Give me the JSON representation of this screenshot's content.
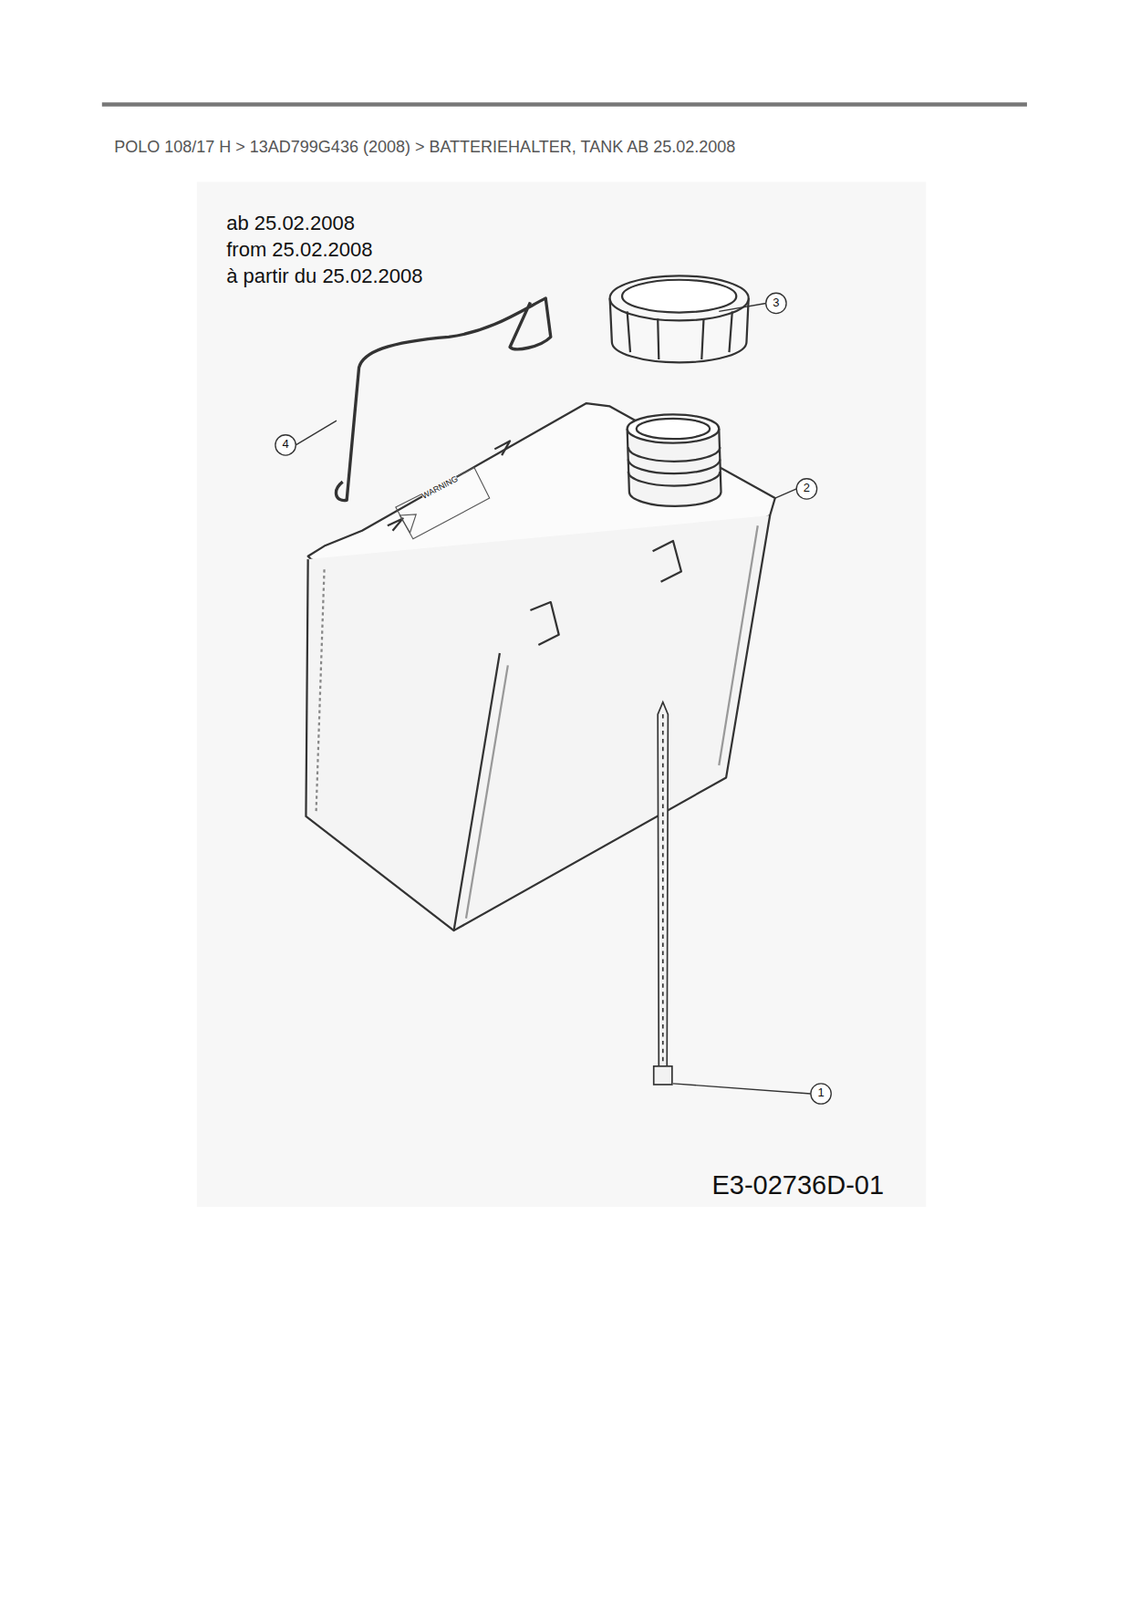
{
  "diagram": {
    "title": "POLO 108/17 H  >  13AD799G436 (2008)  >  BATTERIEHALTER, TANK AB 25.02.2008",
    "labels": [
      "ab 25.02.2008",
      "from 25.02.2008",
      "à partir du 25.02.2008",
      "3",
      "4",
      "2",
      "1",
      "WARNING",
      "E3-02736D-01"
    ]
  }
}
